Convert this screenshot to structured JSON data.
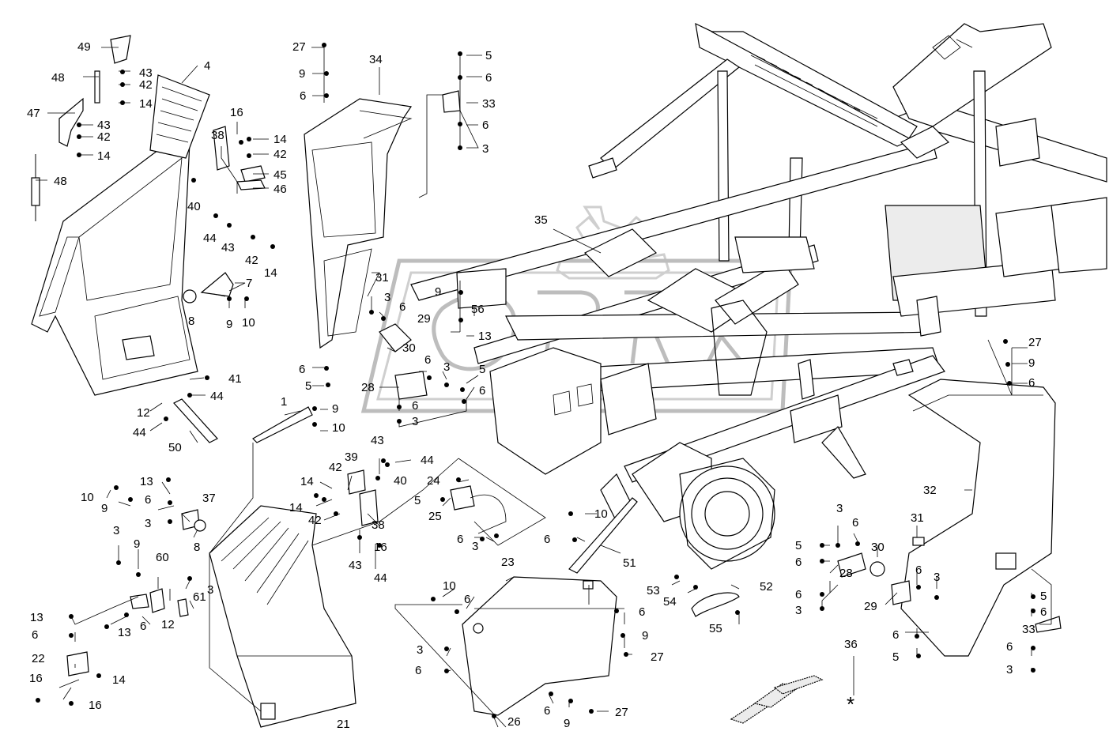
{
  "labels": [
    {
      "id": "49a",
      "text": "49"
    },
    {
      "id": "48a",
      "text": "48"
    },
    {
      "id": "47",
      "text": "47"
    },
    {
      "id": "48b",
      "text": "48"
    },
    {
      "id": "43a",
      "text": "43"
    },
    {
      "id": "42a",
      "text": "42"
    },
    {
      "id": "14a",
      "text": "14"
    },
    {
      "id": "43b",
      "text": "43"
    },
    {
      "id": "42b",
      "text": "42"
    },
    {
      "id": "14b",
      "text": "14"
    },
    {
      "id": "4",
      "text": "4"
    },
    {
      "id": "16a",
      "text": "16"
    },
    {
      "id": "38a",
      "text": "38"
    },
    {
      "id": "14c",
      "text": "14"
    },
    {
      "id": "42c",
      "text": "42"
    },
    {
      "id": "45",
      "text": "45"
    },
    {
      "id": "46",
      "text": "46"
    },
    {
      "id": "40a",
      "text": "40"
    },
    {
      "id": "44a",
      "text": "44"
    },
    {
      "id": "43c",
      "text": "43"
    },
    {
      "id": "42d",
      "text": "42"
    },
    {
      "id": "14d",
      "text": "14"
    },
    {
      "id": "7",
      "text": "7"
    },
    {
      "id": "8a",
      "text": "8"
    },
    {
      "id": "9a",
      "text": "9"
    },
    {
      "id": "10a",
      "text": "10"
    },
    {
      "id": "41",
      "text": "41"
    },
    {
      "id": "44b",
      "text": "44"
    },
    {
      "id": "12a",
      "text": "12"
    },
    {
      "id": "44c",
      "text": "44"
    },
    {
      "id": "50",
      "text": "50"
    },
    {
      "id": "27a",
      "text": "27"
    },
    {
      "id": "9b",
      "text": "9"
    },
    {
      "id": "6a",
      "text": "6"
    },
    {
      "id": "34",
      "text": "34"
    },
    {
      "id": "5a",
      "text": "5"
    },
    {
      "id": "6b",
      "text": "6"
    },
    {
      "id": "33a",
      "text": "33"
    },
    {
      "id": "6c",
      "text": "6"
    },
    {
      "id": "3a",
      "text": "3"
    },
    {
      "id": "35",
      "text": "35"
    },
    {
      "id": "31a",
      "text": "31"
    },
    {
      "id": "3b",
      "text": "3"
    },
    {
      "id": "6d",
      "text": "6"
    },
    {
      "id": "29a",
      "text": "29"
    },
    {
      "id": "30a",
      "text": "30"
    },
    {
      "id": "9c",
      "text": "9"
    },
    {
      "id": "56",
      "text": "56"
    },
    {
      "id": "13a",
      "text": "13"
    },
    {
      "id": "6e",
      "text": "6"
    },
    {
      "id": "5b",
      "text": "5"
    },
    {
      "id": "28a",
      "text": "28"
    },
    {
      "id": "6f",
      "text": "6"
    },
    {
      "id": "3c",
      "text": "3"
    },
    {
      "id": "5c",
      "text": "5"
    },
    {
      "id": "6g",
      "text": "6"
    },
    {
      "id": "6h",
      "text": "6"
    },
    {
      "id": "3d",
      "text": "3"
    },
    {
      "id": "1",
      "text": "1"
    },
    {
      "id": "9d",
      "text": "9"
    },
    {
      "id": "10b",
      "text": "10"
    },
    {
      "id": "43d",
      "text": "43"
    },
    {
      "id": "39",
      "text": "39"
    },
    {
      "id": "44d",
      "text": "44"
    },
    {
      "id": "42e",
      "text": "42"
    },
    {
      "id": "14e",
      "text": "14"
    },
    {
      "id": "40b",
      "text": "40"
    },
    {
      "id": "14f",
      "text": "14"
    },
    {
      "id": "42f",
      "text": "42"
    },
    {
      "id": "38b",
      "text": "38"
    },
    {
      "id": "16b",
      "text": "16"
    },
    {
      "id": "43e",
      "text": "43"
    },
    {
      "id": "44e",
      "text": "44"
    },
    {
      "id": "24",
      "text": "24"
    },
    {
      "id": "5d",
      "text": "5"
    },
    {
      "id": "25",
      "text": "25"
    },
    {
      "id": "6i",
      "text": "6"
    },
    {
      "id": "3e",
      "text": "3"
    },
    {
      "id": "10c",
      "text": "10"
    },
    {
      "id": "9e",
      "text": "9"
    },
    {
      "id": "13b",
      "text": "13"
    },
    {
      "id": "6j",
      "text": "6"
    },
    {
      "id": "37",
      "text": "37"
    },
    {
      "id": "3f",
      "text": "3"
    },
    {
      "id": "8b",
      "text": "8"
    },
    {
      "id": "3g",
      "text": "3"
    },
    {
      "id": "9f",
      "text": "9"
    },
    {
      "id": "60",
      "text": "60"
    },
    {
      "id": "3h",
      "text": "3"
    },
    {
      "id": "61",
      "text": "61"
    },
    {
      "id": "13c",
      "text": "13"
    },
    {
      "id": "6k",
      "text": "6"
    },
    {
      "id": "12b",
      "text": "12"
    },
    {
      "id": "13d",
      "text": "13"
    },
    {
      "id": "6l",
      "text": "6"
    },
    {
      "id": "22",
      "text": "22"
    },
    {
      "id": "16c",
      "text": "16"
    },
    {
      "id": "14g",
      "text": "14"
    },
    {
      "id": "16d",
      "text": "16"
    },
    {
      "id": "21",
      "text": "21"
    },
    {
      "id": "10d",
      "text": "10"
    },
    {
      "id": "6m",
      "text": "6"
    },
    {
      "id": "51",
      "text": "51"
    },
    {
      "id": "23",
      "text": "23"
    },
    {
      "id": "10e",
      "text": "10"
    },
    {
      "id": "6n",
      "text": "6"
    },
    {
      "id": "6o",
      "text": "6"
    },
    {
      "id": "9g",
      "text": "9"
    },
    {
      "id": "27b",
      "text": "27"
    },
    {
      "id": "3i",
      "text": "3"
    },
    {
      "id": "6p",
      "text": "6"
    },
    {
      "id": "6q",
      "text": "6"
    },
    {
      "id": "9h",
      "text": "9"
    },
    {
      "id": "27c",
      "text": "27"
    },
    {
      "id": "26",
      "text": "26"
    },
    {
      "id": "53",
      "text": "53"
    },
    {
      "id": "54",
      "text": "54"
    },
    {
      "id": "52",
      "text": "52"
    },
    {
      "id": "55",
      "text": "55"
    },
    {
      "id": "3j",
      "text": "3"
    },
    {
      "id": "6r",
      "text": "6"
    },
    {
      "id": "5e",
      "text": "5"
    },
    {
      "id": "6s",
      "text": "6"
    },
    {
      "id": "30b",
      "text": "30"
    },
    {
      "id": "31b",
      "text": "31"
    },
    {
      "id": "28b",
      "text": "28"
    },
    {
      "id": "6t",
      "text": "6"
    },
    {
      "id": "3k",
      "text": "3"
    },
    {
      "id": "6u",
      "text": "6"
    },
    {
      "id": "3l",
      "text": "3"
    },
    {
      "id": "29b",
      "text": "29"
    },
    {
      "id": "32",
      "text": "32"
    },
    {
      "id": "27d",
      "text": "27"
    },
    {
      "id": "9i",
      "text": "9"
    },
    {
      "id": "6v",
      "text": "6"
    },
    {
      "id": "5f",
      "text": "5"
    },
    {
      "id": "6w",
      "text": "6"
    },
    {
      "id": "33b",
      "text": "33"
    },
    {
      "id": "6x",
      "text": "6"
    },
    {
      "id": "3m",
      "text": "3"
    },
    {
      "id": "36",
      "text": "36"
    },
    {
      "id": "6y",
      "text": "6"
    },
    {
      "id": "5g",
      "text": "5"
    }
  ]
}
